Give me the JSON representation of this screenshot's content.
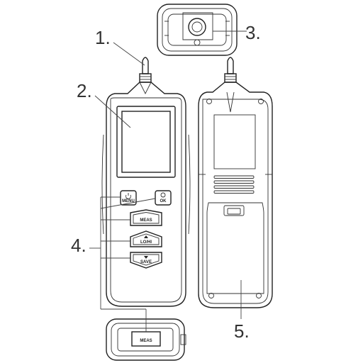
{
  "callouts": {
    "c1": "1.",
    "c2": "2.",
    "c3": "3.",
    "c4": "4.",
    "c5": "5."
  },
  "buttons": {
    "menu": "MENU",
    "ok": "OK",
    "meas": "MEAS",
    "lohi": "LO/HI",
    "save": "SAVE"
  },
  "bottom_view": {
    "meas": "MEAS"
  },
  "icons": {
    "power": "power-icon",
    "ok": "circle-icon",
    "up": "up-arrow-icon",
    "down": "down-arrow-icon"
  }
}
